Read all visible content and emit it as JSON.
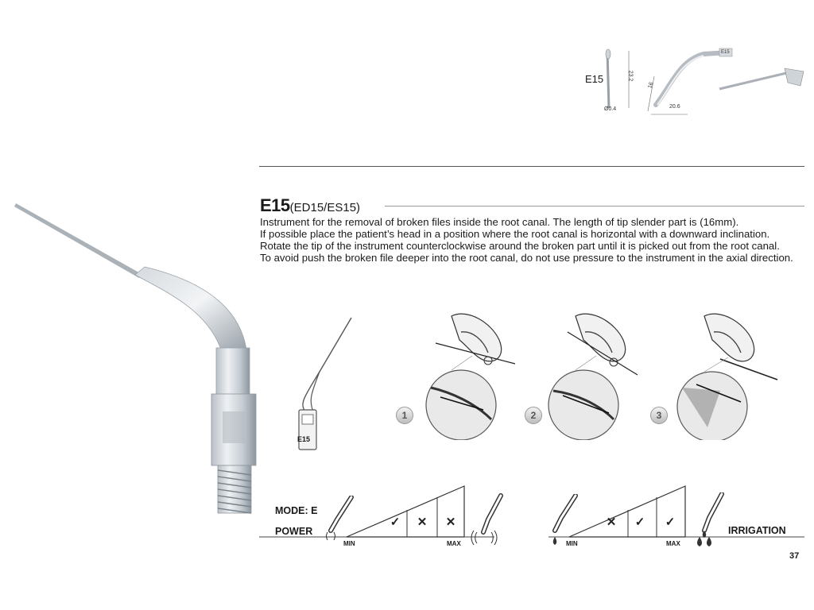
{
  "spec": {
    "model_label": "E15",
    "dimensions": {
      "tip_diameter": "Ø0.4",
      "total_height": "23.2",
      "bend_length": "16",
      "horizontal_length": "20.6"
    },
    "thread_label": "E15"
  },
  "heading": {
    "model": "E15",
    "variants": "(ED15/ES15)"
  },
  "description": [
    "Instrument for the removal of broken files inside the root canal. The length of tip slender part is (16mm).",
    "If possible place the patient’s head in a position where the root canal is horizontal with a downward inclination. Rotate the tip of the instrument counterclockwise around the broken part until it is picked out from the root canal.",
    "To avoid push the broken file deeper into the root canal, do not use pressure to the instrument in the axial direction."
  ],
  "tip_tag": "E15",
  "steps": [
    "1",
    "2",
    "3"
  ],
  "power_scale": {
    "mode_label": "MODE: E",
    "power_label": "POWER",
    "min_label": "MIN",
    "max_label": "MAX",
    "marks": [
      "✓",
      "✕",
      "✕"
    ]
  },
  "irrigation_scale": {
    "label": "IRRIGATION",
    "min_label": "MIN",
    "max_label": "MAX",
    "marks": [
      "✕",
      "✓",
      "✓"
    ]
  },
  "page_number": "37",
  "colors": {
    "text": "#1a1a1a",
    "rule": "#555555",
    "metal_light": "#e4e8ec",
    "metal_dark": "#8e969e"
  }
}
